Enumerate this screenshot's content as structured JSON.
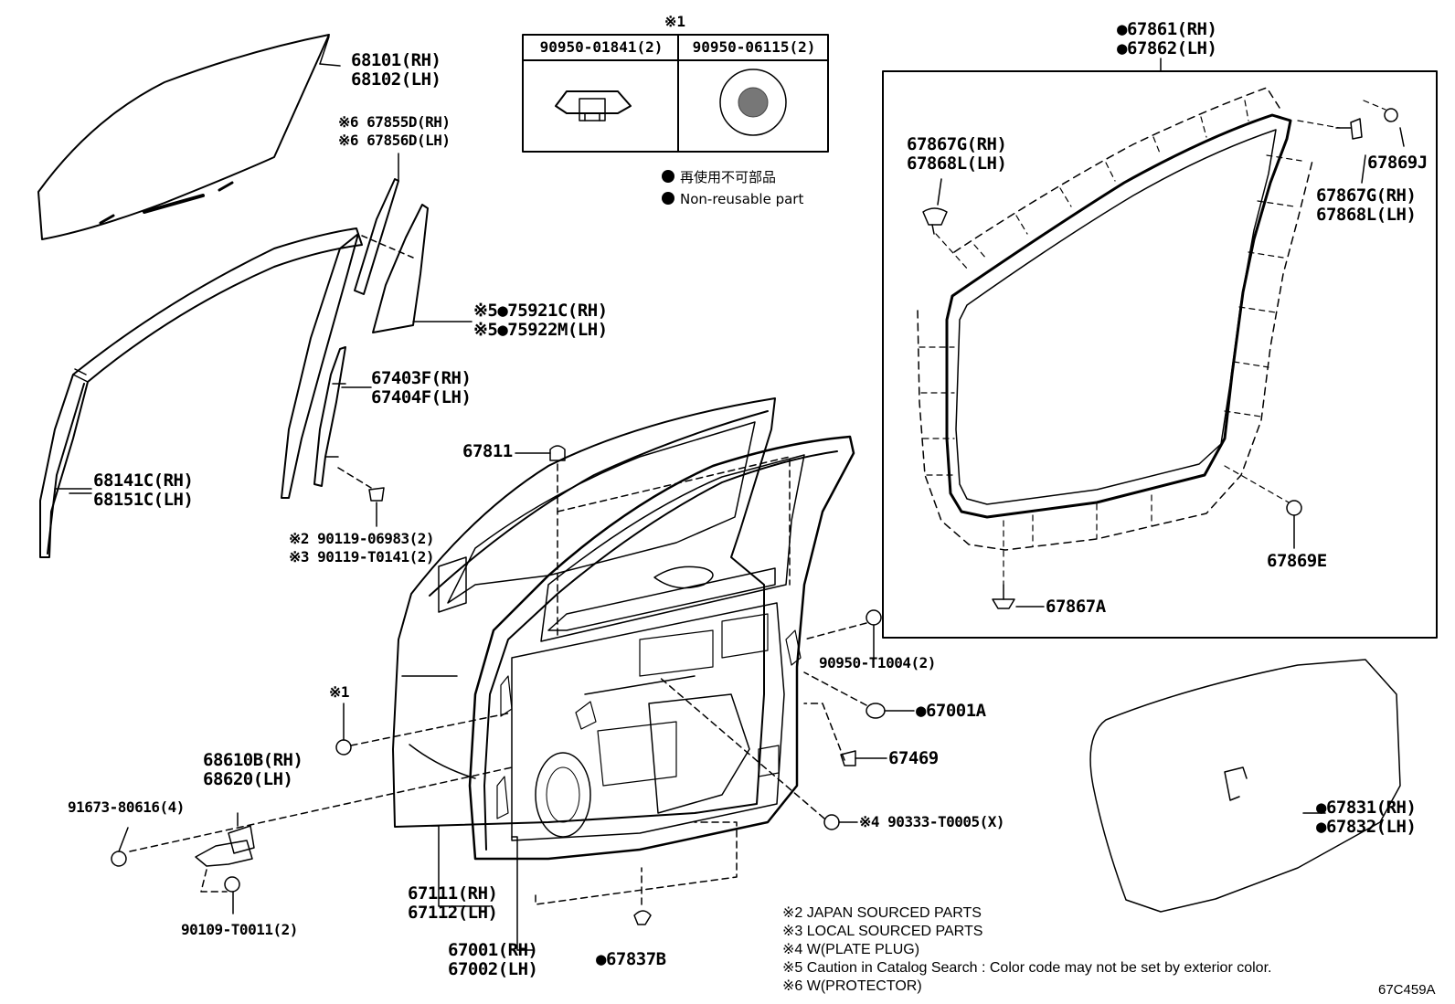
{
  "diagram_code": "67C459A",
  "fastener_table": {
    "ref_mark": "※1",
    "headers": [
      "90950-01841(2)",
      "90950-06115(2)"
    ]
  },
  "legend": [
    {
      "symbol": "●",
      "text": "再使用不可部品"
    },
    {
      "symbol": "●",
      "text": "Non-reusable part"
    }
  ],
  "parts": {
    "p68101": [
      "68101(RH)",
      "68102(LH)"
    ],
    "p67855": [
      "※6 67855D(RH)",
      "※6 67856D(LH)"
    ],
    "p75921": [
      "※5●75921C(RH)",
      "※5●75922M(LH)"
    ],
    "p67403": [
      "67403F(RH)",
      "67404F(LH)"
    ],
    "p68141": [
      "68141C(RH)",
      "68151C(LH)"
    ],
    "p90119": [
      "※2 90119-06983(2)",
      "※3 90119-T0141(2)"
    ],
    "p67811": [
      "67811"
    ],
    "p67861": [
      "●67861(RH)",
      "●67862(LH)"
    ],
    "p67867g_left": [
      "67867G(RH)",
      "67868L(LH)"
    ],
    "p67867g_right": [
      "67867G(RH)",
      "67868L(LH)"
    ],
    "p67869j": [
      "67869J"
    ],
    "p67869e": [
      "67869E"
    ],
    "p67867a": [
      "67867A"
    ],
    "p90950t": [
      "90950-T1004(2)"
    ],
    "p67001a": [
      "●67001A"
    ],
    "p67469": [
      "67469"
    ],
    "p90333": [
      "※4 90333-T0005(X)"
    ],
    "p67831": [
      "●67831(RH)",
      "●67832(LH)"
    ],
    "p_ref1": [
      "※1"
    ],
    "p68610": [
      "68610B(RH)",
      "68620(LH)"
    ],
    "p91673": [
      "91673-80616(4)"
    ],
    "p90109": [
      "90109-T0011(2)"
    ],
    "p67111": [
      "67111(RH)",
      "67112(LH)"
    ],
    "p67001": [
      "67001(RH)",
      "67002(LH)"
    ],
    "p67837": [
      "●67837B"
    ]
  },
  "notes": [
    "※2 JAPAN SOURCED PARTS",
    "※3 LOCAL SOURCED PARTS",
    "※4 W(PLATE PLUG)",
    "※5 Caution in Catalog Search : Color code may not be set by exterior color.",
    "※6 W(PROTECTOR)"
  ]
}
